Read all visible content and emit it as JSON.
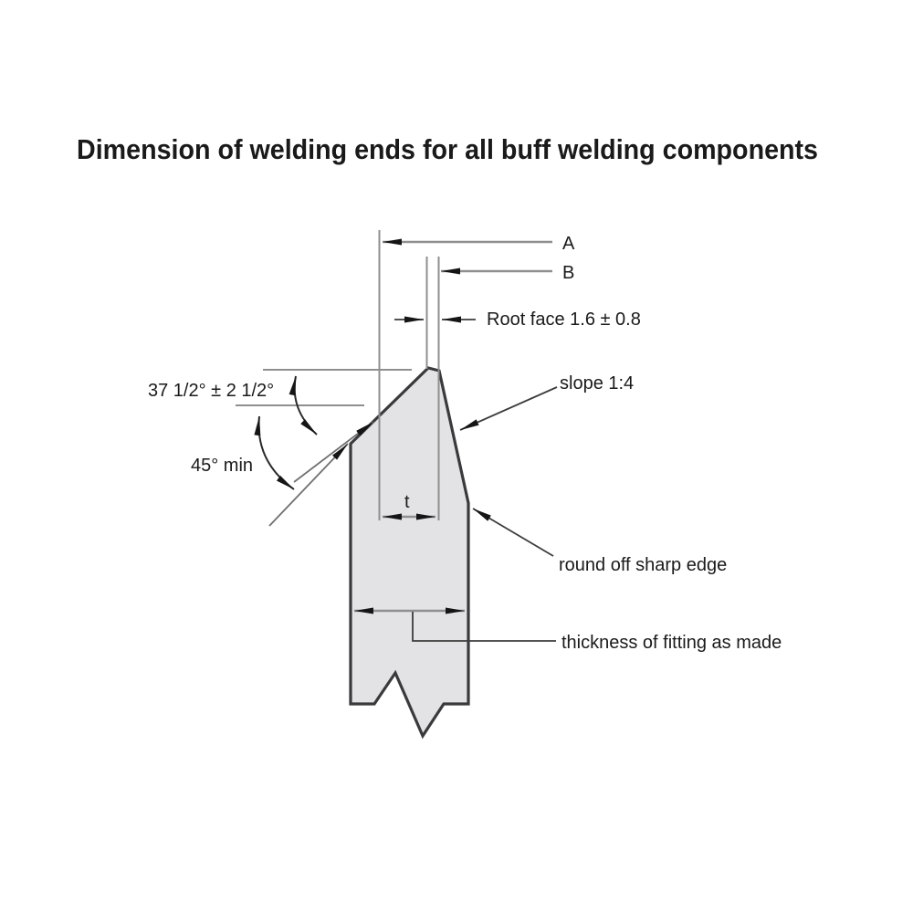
{
  "title": {
    "text": "Dimension of welding ends for all buff welding components",
    "color": "#2E90B2"
  },
  "diagram": {
    "part": {
      "fill": "#E3E3E5",
      "outline": "#3A3A3C"
    },
    "colors": {
      "dim_line": "#8F8F8F",
      "annotation": "#1A1A1A"
    },
    "labels": {
      "dim_a": "A",
      "dim_b": "B",
      "root_face": "Root face 1.6 ± 0.8",
      "bevel_angle": "37 1/2° ± 2 1/2°",
      "min_angle": "45° min",
      "slope": "slope 1:4",
      "wall_thickness": "t",
      "round_off": "round off sharp edge",
      "fitting_thickness": "thickness of fitting as made"
    }
  }
}
